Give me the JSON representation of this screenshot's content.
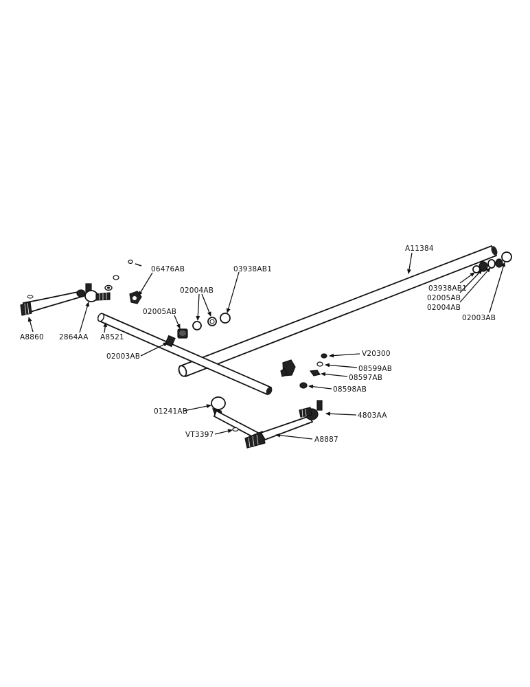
{
  "labels": {
    "a11384": "A11384",
    "p06476ab": "06476AB",
    "p03938ab1_left": "03938AB1",
    "p02004ab_left": "02004AB",
    "p02005ab_left": "02005AB",
    "p03938ab1_right": "03938AB1",
    "p02005ab_right": "02005AB",
    "p02004ab_right": "02004AB",
    "p02003ab_right": "02003AB",
    "a8860": "A8860",
    "p2864aa": "2864AA",
    "a8521": "A8521",
    "p02003ab_left": "02003AB",
    "v20300": "V20300",
    "p08599ab": "08599AB",
    "p08597ab": "08597AB",
    "p08598ab": "08598AB",
    "p01241ab": "01241AB",
    "p4803aa": "4803AA",
    "vt3397": "VT3397",
    "a8887": "A8887"
  }
}
